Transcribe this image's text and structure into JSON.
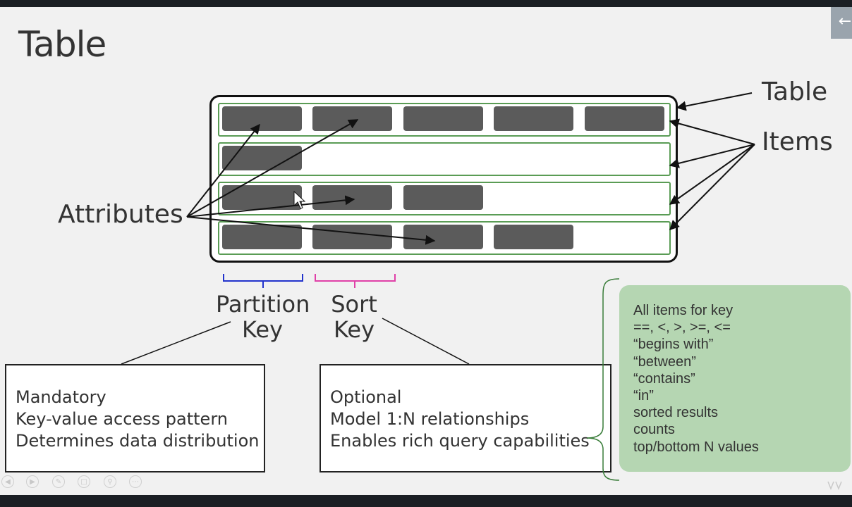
{
  "slide": {
    "title": "Table",
    "labels": {
      "table": "Table",
      "items": "Items",
      "attributes": "Attributes",
      "partition_key": [
        "Partition",
        "Key"
      ],
      "sort_key": [
        "Sort",
        "Key"
      ]
    },
    "partition_box": [
      "Mandatory",
      "Key-value access pattern",
      "Determines data distribution"
    ],
    "sort_box": [
      "Optional",
      "Model 1:N relationships",
      "Enables rich query capabilities"
    ],
    "query_capabilities": [
      "All items for key",
      "==, <, >, >=, <=",
      "“begins with”",
      "“between”",
      "“contains”",
      "“in”",
      "sorted results",
      "counts",
      "top/bottom N values"
    ],
    "rows_attribute_counts": [
      5,
      1,
      3,
      4
    ],
    "colors": {
      "attribute": "#5b5b5b",
      "item_border": "#5a9c55",
      "partition_brace": "#2233cc",
      "sort_brace": "#e040a8",
      "query_box": "#b5d6b2"
    }
  },
  "icons": {
    "nav": "arrow-left-icon",
    "player_controls": [
      "prev-icon",
      "next-icon",
      "pen-icon",
      "copy-icon",
      "zoom-icon",
      "more-icon"
    ]
  }
}
